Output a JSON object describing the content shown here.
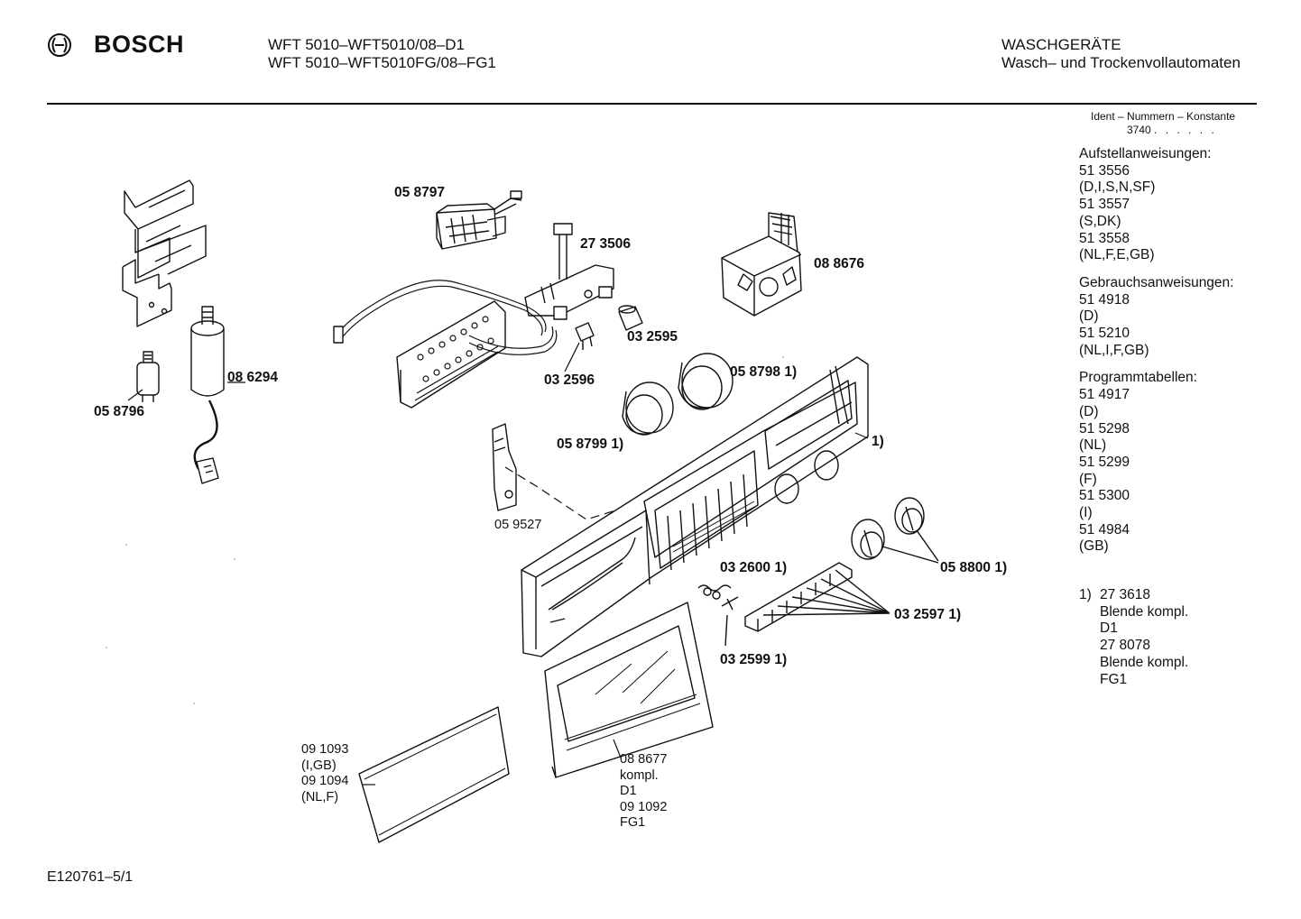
{
  "header": {
    "brand": "BOSCH",
    "model_line_1": "WFT 5010–WFT5010/08–D1",
    "model_line_2": "WFT 5010–WFT5010FG/08–FG1",
    "category_line_1": "WASCHGERÄTE",
    "category_line_2": "Wasch– und Trockenvollautomaten"
  },
  "ident": {
    "title": "Ident – Nummern – Konstante",
    "value": "3740",
    "dots": ". . . . . ."
  },
  "documents": [
    {
      "title": "Aufstellanweisungen:",
      "lines": [
        "51 3556",
        "(D,I,S,N,SF)",
        "51 3557",
        "(S,DK)",
        "51 3558",
        "(NL,F,E,GB)"
      ]
    },
    {
      "title": "Gebrauchsanweisungen:",
      "lines": [
        "51 4918",
        "(D)",
        "51 5210",
        "(NL,I,F,GB)"
      ]
    },
    {
      "title": "Programmtabellen:",
      "lines": [
        "51 4917",
        "(D)",
        "51 5298",
        "(NL)",
        "51 5299",
        "(F)",
        "51 5300",
        "(I)",
        "51 4984",
        "(GB)"
      ]
    }
  ],
  "note": {
    "marker": "1)",
    "lines": [
      "27 3618",
      "Blende kompl.",
      "D1",
      "27 8078",
      "Blende kompl.",
      "FG1"
    ]
  },
  "parts": {
    "p058797": "05 8797",
    "p273506": "27 3506",
    "p088676": "08 8676",
    "p086294": "08 6294",
    "p058796": "05 8796",
    "p032595": "03 2595",
    "p032596": "03 2596",
    "p058798": "05 8798 1)",
    "p058799": "05 8799 1)",
    "pone": "1)",
    "p059527": "05 9527",
    "p032600": "03 2600 1)",
    "p058800": "05 8800 1)",
    "p032597": "03 2597 1)",
    "p032599": "03 2599 1)",
    "p091093": [
      "09 1093",
      "(I,GB)",
      "09 1094",
      "(NL,F)"
    ],
    "p088677": [
      "08 8677",
      "kompl.",
      "D1",
      "09 1092",
      "FG1"
    ]
  },
  "footer": {
    "drawing_id": "E120761–5/1"
  }
}
